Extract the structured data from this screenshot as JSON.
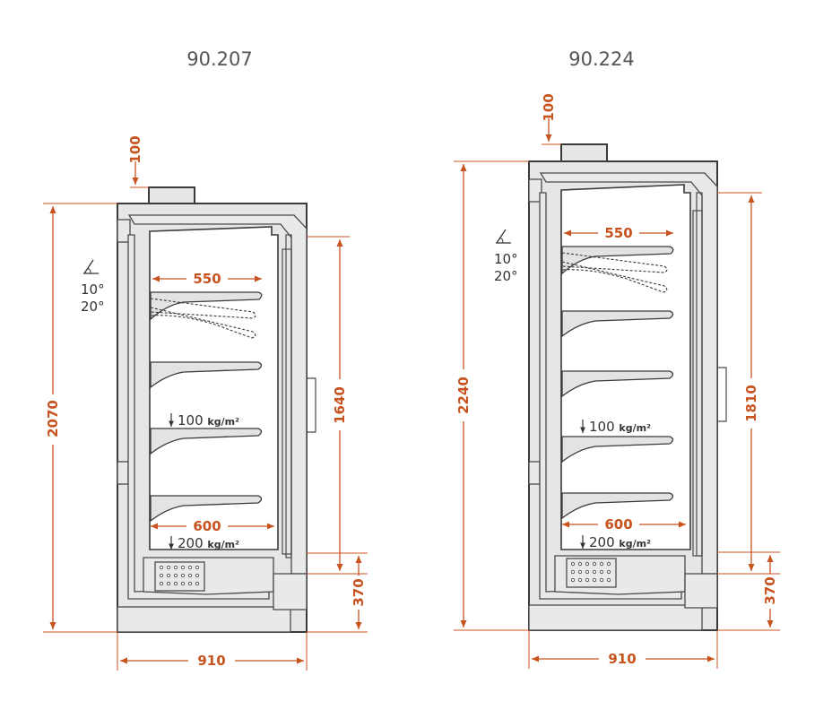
{
  "models": [
    {
      "title": "90.207",
      "dims": {
        "top": "100",
        "height": "2070",
        "inner": "1640",
        "base": "370",
        "width": "910",
        "shelf_top": "550",
        "shelf_bottom": "600"
      },
      "angles": {
        "a1": "10°",
        "a2": "20°"
      },
      "loads": {
        "shelf_value": "100",
        "bottom_value": "200",
        "unit": "kg/m²"
      }
    },
    {
      "title": "90.224",
      "dims": {
        "top": "100",
        "height": "2240",
        "inner": "1810",
        "base": "370",
        "width": "910",
        "shelf_top": "550",
        "shelf_bottom": "600"
      },
      "angles": {
        "a1": "10°",
        "a2": "20°"
      },
      "loads": {
        "shelf_value": "100",
        "bottom_value": "200",
        "unit": "kg/m²"
      }
    }
  ],
  "colors": {
    "dimension": "#c8531f",
    "outline": "#3a3a3a",
    "cabinet_fill": "#e6e6e6"
  },
  "icons": [
    "tilt-angle-icon",
    "load-arrow-icon"
  ]
}
